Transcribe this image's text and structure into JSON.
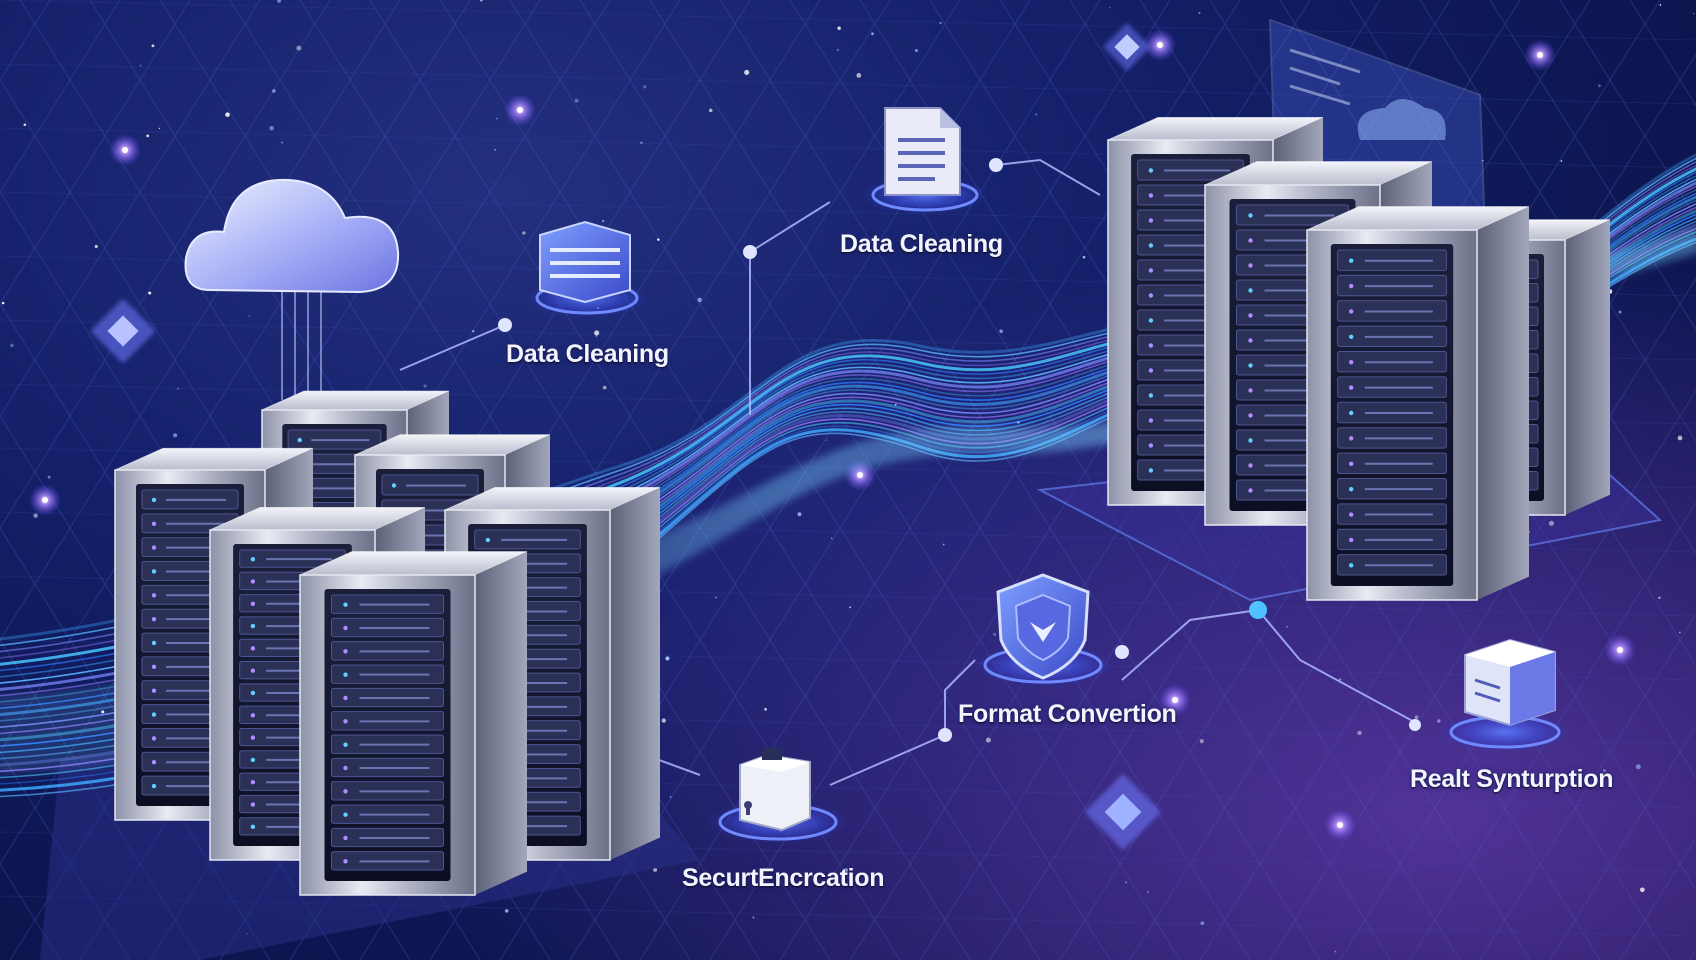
{
  "stages": [
    {
      "id": "stage-1",
      "label": "Data Cleaning",
      "icon": "database-icon"
    },
    {
      "id": "stage-2",
      "label": "Data Cleaning",
      "icon": "document-icon"
    },
    {
      "id": "stage-3",
      "label": "Format Convertion",
      "icon": "shield-icon"
    },
    {
      "id": "stage-4",
      "label": "SecurtEncrcation",
      "icon": "lock-box-icon"
    },
    {
      "id": "stage-5",
      "label": "Realt Synturption",
      "icon": "package-icon"
    }
  ],
  "colors": {
    "background": "#0d1650",
    "accent": "#3fa9ff",
    "glow": "#8a6cff",
    "server": "#c9ccd8"
  }
}
